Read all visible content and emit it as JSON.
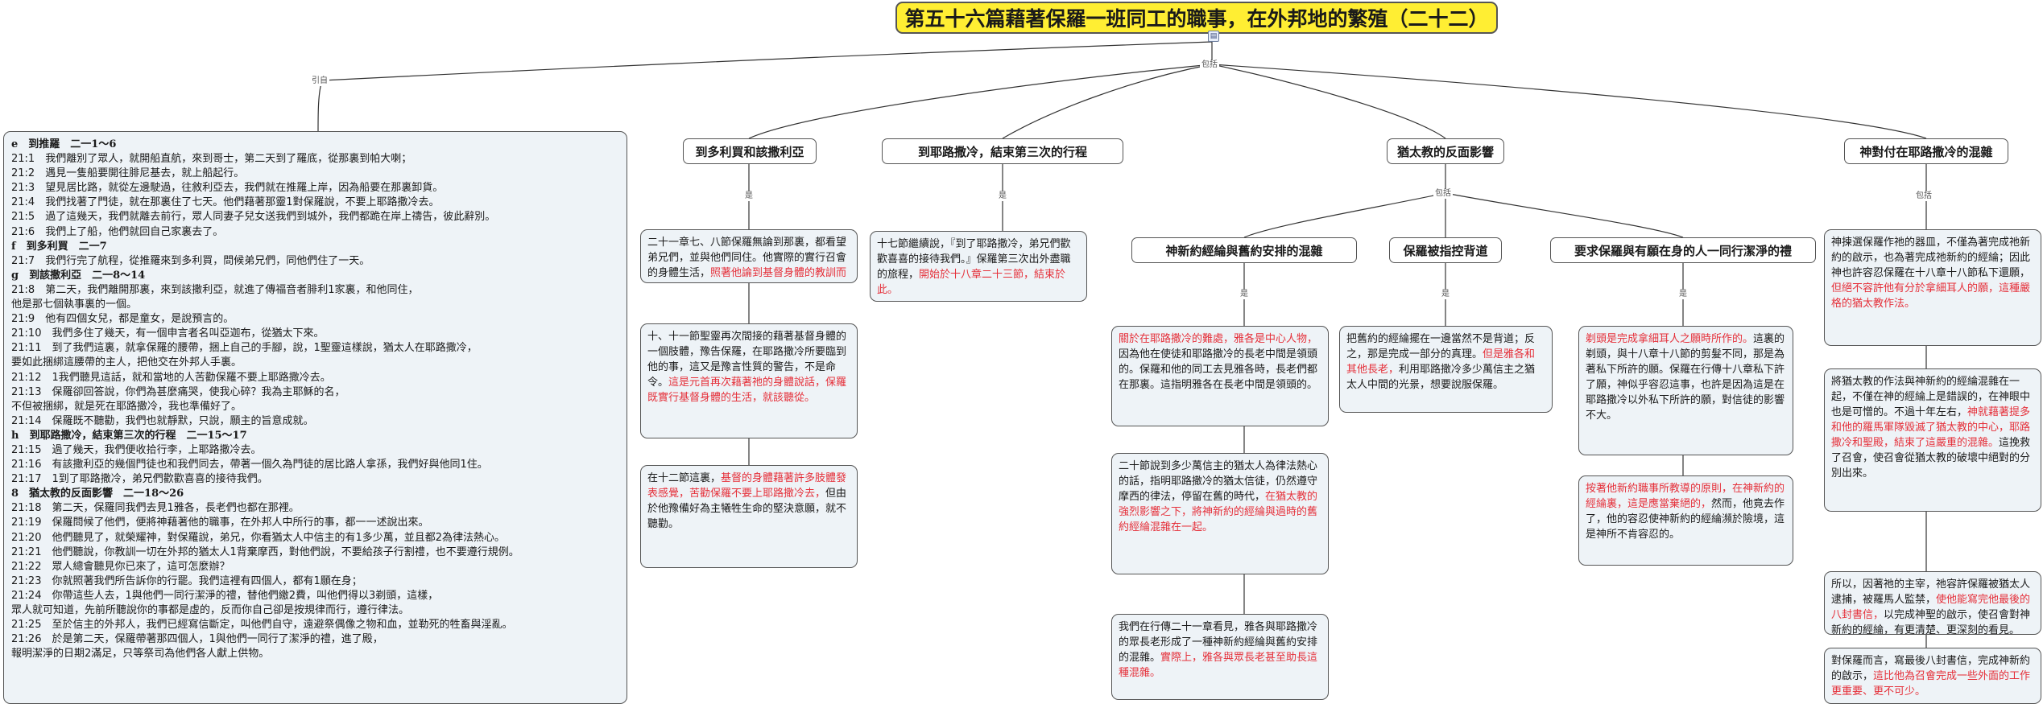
{
  "title": "第五十六篇藉著保羅一班同工的職事，在外邦地的繁殖（二十二）",
  "edge_labels": {
    "intro": "引自",
    "includes": "包括",
    "is": "是"
  },
  "left_panel": {
    "lines": [
      {
        "text": "e　到推羅　二一1～6",
        "heading": true
      },
      {
        "text": "21:1　我們離別了眾人，就開船直航，來到哥士，第二天到了羅底，從那裏到帕大喇；"
      },
      {
        "text": "21:2　遇見一隻船要開往腓尼基去，就上船起行。"
      },
      {
        "text": "21:3　望見居比路，就從左邊駛過，往敘利亞去，我們就在推羅上岸，因為船要在那裏卸貨。"
      },
      {
        "text": "21:4　我們找著了門徒，就在那裏住了七天。他們藉著那靈1對保羅說，不要上耶路撒冷去。"
      },
      {
        "text": "21:5　過了這幾天，我們就離去前行，眾人同妻子兒女送我們到城外，我們都跪在岸上禱告，彼此辭別。"
      },
      {
        "text": "21:6　我們上了船，他們就回自己家裏去了。"
      },
      {
        "text": "f　到多利買　二一7",
        "heading": true
      },
      {
        "text": "21:7　我們行完了航程，從推羅來到多利買，問候弟兄們，同他們住了一天。"
      },
      {
        "text": "g　到該撒利亞　二一8～14",
        "heading": true
      },
      {
        "text": "21:8　第二天，我們離開那裏，來到該撒利亞，就進了傳福音者腓利1家裏，和他同住，"
      },
      {
        "text": "他是那七個執事裏的一個。"
      },
      {
        "text": "21:9　他有四個女兒，都是童女，是說預言的。"
      },
      {
        "text": "21:10　我們多住了幾天，有一個申言者名叫亞迦布，從猶太下來。"
      },
      {
        "text": "21:11　到了我們這裏，就拿保羅的腰帶，捆上自己的手腳，說，1聖靈這樣說，猶太人在耶路撒冷，"
      },
      {
        "text": "要如此捆綁這腰帶的主人，把他交在外邦人手裏。"
      },
      {
        "text": "21:12　1我們聽見這話，就和當地的人苦勸保羅不要上耶路撒冷去。"
      },
      {
        "text": "21:13　保羅卻回答說，你們為甚麼痛哭，使我心碎？我為主耶穌的名，"
      },
      {
        "text": "不但被捆綁，就是死在耶路撒冷，我也準備好了。"
      },
      {
        "text": "21:14　保羅既不聽勸，我們也就靜默，只說，願主的旨意成就。"
      },
      {
        "text": "h　到耶路撒冷，結束第三次的行程　二一15～17",
        "heading": true
      },
      {
        "text": "21:15　過了幾天，我們便收拾行李，上耶路撒冷去。"
      },
      {
        "text": "21:16　有該撒利亞的幾個門徒也和我們同去，帶著一個久為門徒的居比路人拿孫，我們好與他同1住。"
      },
      {
        "text": "21:17　1到了耶路撒冷，弟兄們歡歡喜喜的接待我們。"
      },
      {
        "text": "8　猶太教的反面影響　二一18～26",
        "heading": true
      },
      {
        "text": "21:18　第二天，保羅同我們去見1雅各，長老們也都在那裡。"
      },
      {
        "text": "21:19　保羅問候了他們，便將神藉著他的職事，在外邦人中所行的事，都一一述說出來。"
      },
      {
        "text": "21:20　他們聽見了，就榮耀神，對保羅說，弟兄，你看猶太人中信主的有1多少萬，並且都2為律法熱心。"
      },
      {
        "text": "21:21　他們聽說，你教訓一切在外邦的猶太人1背棄摩西，對他們說，不要給孩子行割禮，也不要遵行規例。"
      },
      {
        "text": "21:22　眾人總會聽見你已來了，這可怎麼辦？"
      },
      {
        "text": "21:23　你就照著我們所告訴你的行罷。我們這裡有四個人，都有1願在身；"
      },
      {
        "text": "21:24　你帶這些人去，1與他們一同行潔淨的禮，替他們繳2費，叫他們得以3剃頭，這樣，"
      },
      {
        "text": "眾人就可知道，先前所聽說你的事都是虛的，反而你自己卻是按規律而行，遵行律法。"
      },
      {
        "text": "21:25　至於信主的外邦人，我們已經寫信斷定，叫他們自守，遠避祭偶像之物和血，並勒死的牲畜與淫亂。"
      },
      {
        "text": "21:26　於是第二天，保羅帶著那四個人，1與他們一同行了潔淨的禮，進了殿，"
      },
      {
        "text": "報明潔淨的日期2滿足，只等祭司為他們各人獻上供物。"
      }
    ]
  },
  "topics": {
    "tolemais": "到多利買和該撒利亞",
    "jerusalem": "到耶路撒冷，結束第三次的行程",
    "judaism": "猶太教的反面影響",
    "mixture": "神對付在耶路撒冷的混雜",
    "sub_mixture": "神新約經綸與舊約安排的混雜",
    "sub_accused": "保羅被指控背道",
    "sub_vow": "要求保羅與有願在身的人一同行潔淨的禮"
  },
  "boxes": {
    "b1": [
      {
        "t": "二十一章七、八節保羅無論到那裏，都看望弟兄們，並與他們同住。他實際的實行召會的身體生活，"
      },
      {
        "t": "照著他論到基督身體的教訓而活。",
        "red": true
      }
    ],
    "b2": [
      {
        "t": "十、十一節聖靈再次間接的藉著基督身體的一個肢體，豫告保羅，在耶路撒冷所要臨到他的事，這又是豫言性質的警告，不是命令。"
      },
      {
        "t": "這是元首再次藉著祂的身體說話，保羅既實行基督身體的生活，就該聽從。",
        "red": true
      }
    ],
    "b3": [
      {
        "t": "在十二節這裏，"
      },
      {
        "t": "基督的身體藉著許多肢體發表感覺，苦勸保羅不要上耶路撒冷去，",
        "red": true
      },
      {
        "t": "但由於他豫備好為主犧牲生命的堅決意願，就不聽勸。"
      }
    ],
    "b4": [
      {
        "t": "十七節繼續說，『到了耶路撒冷，弟兄們歡歡喜喜的接待我們。』保羅第三次出外盡職的旅程，"
      },
      {
        "t": "開始於十八章二十三節，結束於此。",
        "red": true
      }
    ],
    "b5": [
      {
        "t": "關於在耶路撒冷的難處，雅各是中心人物，",
        "red": true
      },
      {
        "t": "因為他在使徒和耶路撒冷的長老中間是領頭的。保羅和他的同工去見雅各時，長老們都在那裏。這指明雅各在長老中間是領頭的。"
      }
    ],
    "b6": [
      {
        "t": "二十節說到多少萬信主的猶太人為律法熱心的話，指明耶路撒冷的猶太信徒，仍然遵守摩西的律法，停留在舊的時代，"
      },
      {
        "t": "在猶太教的強烈影響之下，將神新約的經綸與過時的舊約經綸混雜在一起。",
        "red": true
      }
    ],
    "b7": [
      {
        "t": "我們在行傳二十一章看見，雅各與耶路撒冷的眾長老形成了一種神新約經綸與舊約安排的混雜。"
      },
      {
        "t": "實際上，雅各與眾長老甚至助長這種混雜。",
        "red": true
      }
    ],
    "b8": [
      {
        "t": "把舊約的經綸擺在一邊當然不是背道；反之，那是完成一部分的真理。"
      },
      {
        "t": "但是雅各和其他長老，",
        "red": true
      },
      {
        "t": "利用耶路撒冷多少萬信主之猶太人中間的光景，想要說服保羅。"
      }
    ],
    "b9": [
      {
        "t": "剃頭是完成拿細耳人之願時所作的。",
        "red": true
      },
      {
        "t": "這裏的剃頭，與十八章十八節的剪髮不同，那是為著私下所許的願。保羅在行傳十八章私下許了願，神似乎容忍這事，也許是因為這是在耶路撒冷以外私下所許的願，對信徒的影響不大。"
      }
    ],
    "b10": [
      {
        "t": "按著他新約職事所教導的原則，在神新約的經綸裏，這是應當棄絕的，",
        "red": true
      },
      {
        "t": "然而，他竟去作了，他的容忍使神新約的經綸瀕於險境，這是神所不肯容忍的。"
      }
    ],
    "b11": [
      {
        "t": "神揀選保羅作祂的器皿，不僅為著完成祂新約的啟示，也為著完成祂新約的經綸；因此神也許容忍保羅在十八章十八節私下還願，"
      },
      {
        "t": "但絕不容許他有分於拿細耳人的願，這種嚴格的猶太教作法。",
        "red": true
      }
    ],
    "b12": [
      {
        "t": "將猶太教的作法與神新約的經綸混雜在一起，不僅在神的經綸上是錯誤的，在神眼中也是可憎的。不過十年左右，"
      },
      {
        "t": "神就藉著提多和他的羅馬軍隊毀滅了猶太教的中心，耶路撒冷和聖殿，結束了這嚴重的混雜。",
        "red": true
      },
      {
        "t": "這挽救了召會，使召會從猶太教的破壞中絕對的分別出來。"
      }
    ],
    "b13": [
      {
        "t": "所以，因著祂的主宰，祂容許保羅被猶太人逮捕，被羅馬人監禁，"
      },
      {
        "t": "使他能寫完他最後的八封書信，",
        "red": true
      },
      {
        "t": "以完成神聖的啟示，使召會對神新約的經綸，有更清楚、更深刻的看見。"
      }
    ],
    "b14": [
      {
        "t": "對保羅而言，寫最後八封書信，完成神新約的啟示，"
      },
      {
        "t": "這比他為召會完成一些外面的工作更重要、更不可少。",
        "red": true
      }
    ]
  }
}
